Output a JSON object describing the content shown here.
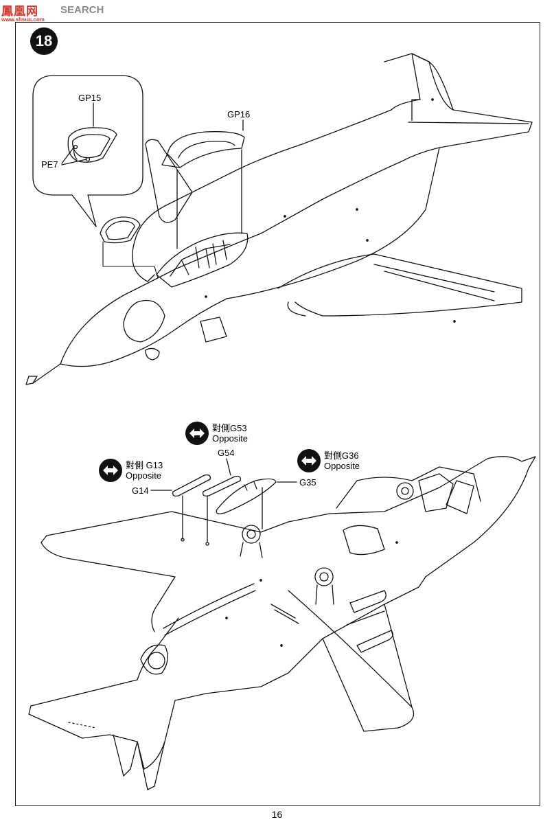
{
  "watermark": {
    "logo": "鳳凰网",
    "text": "SEARCH",
    "url": "www.shsuu.com"
  },
  "step": {
    "number": "18"
  },
  "top_view": {
    "callouts": {
      "gp15": "GP15",
      "pe7": "PE7",
      "gp16": "GP16"
    }
  },
  "bottom_view": {
    "callouts": {
      "g54": "G54",
      "g14": "G14",
      "g35": "G35"
    },
    "opposites": [
      {
        "cjk": "對側",
        "part": "G53",
        "label": "Opposite"
      },
      {
        "cjk": "對側",
        "part": "G13",
        "label": "Opposite"
      },
      {
        "cjk": "對側",
        "part": "G36",
        "label": "Opposite"
      }
    ]
  },
  "page": {
    "number": "16"
  },
  "colors": {
    "ink": "#000000",
    "watermark_red": "#d63a2e",
    "watermark_gray": "#8a8a8a"
  }
}
